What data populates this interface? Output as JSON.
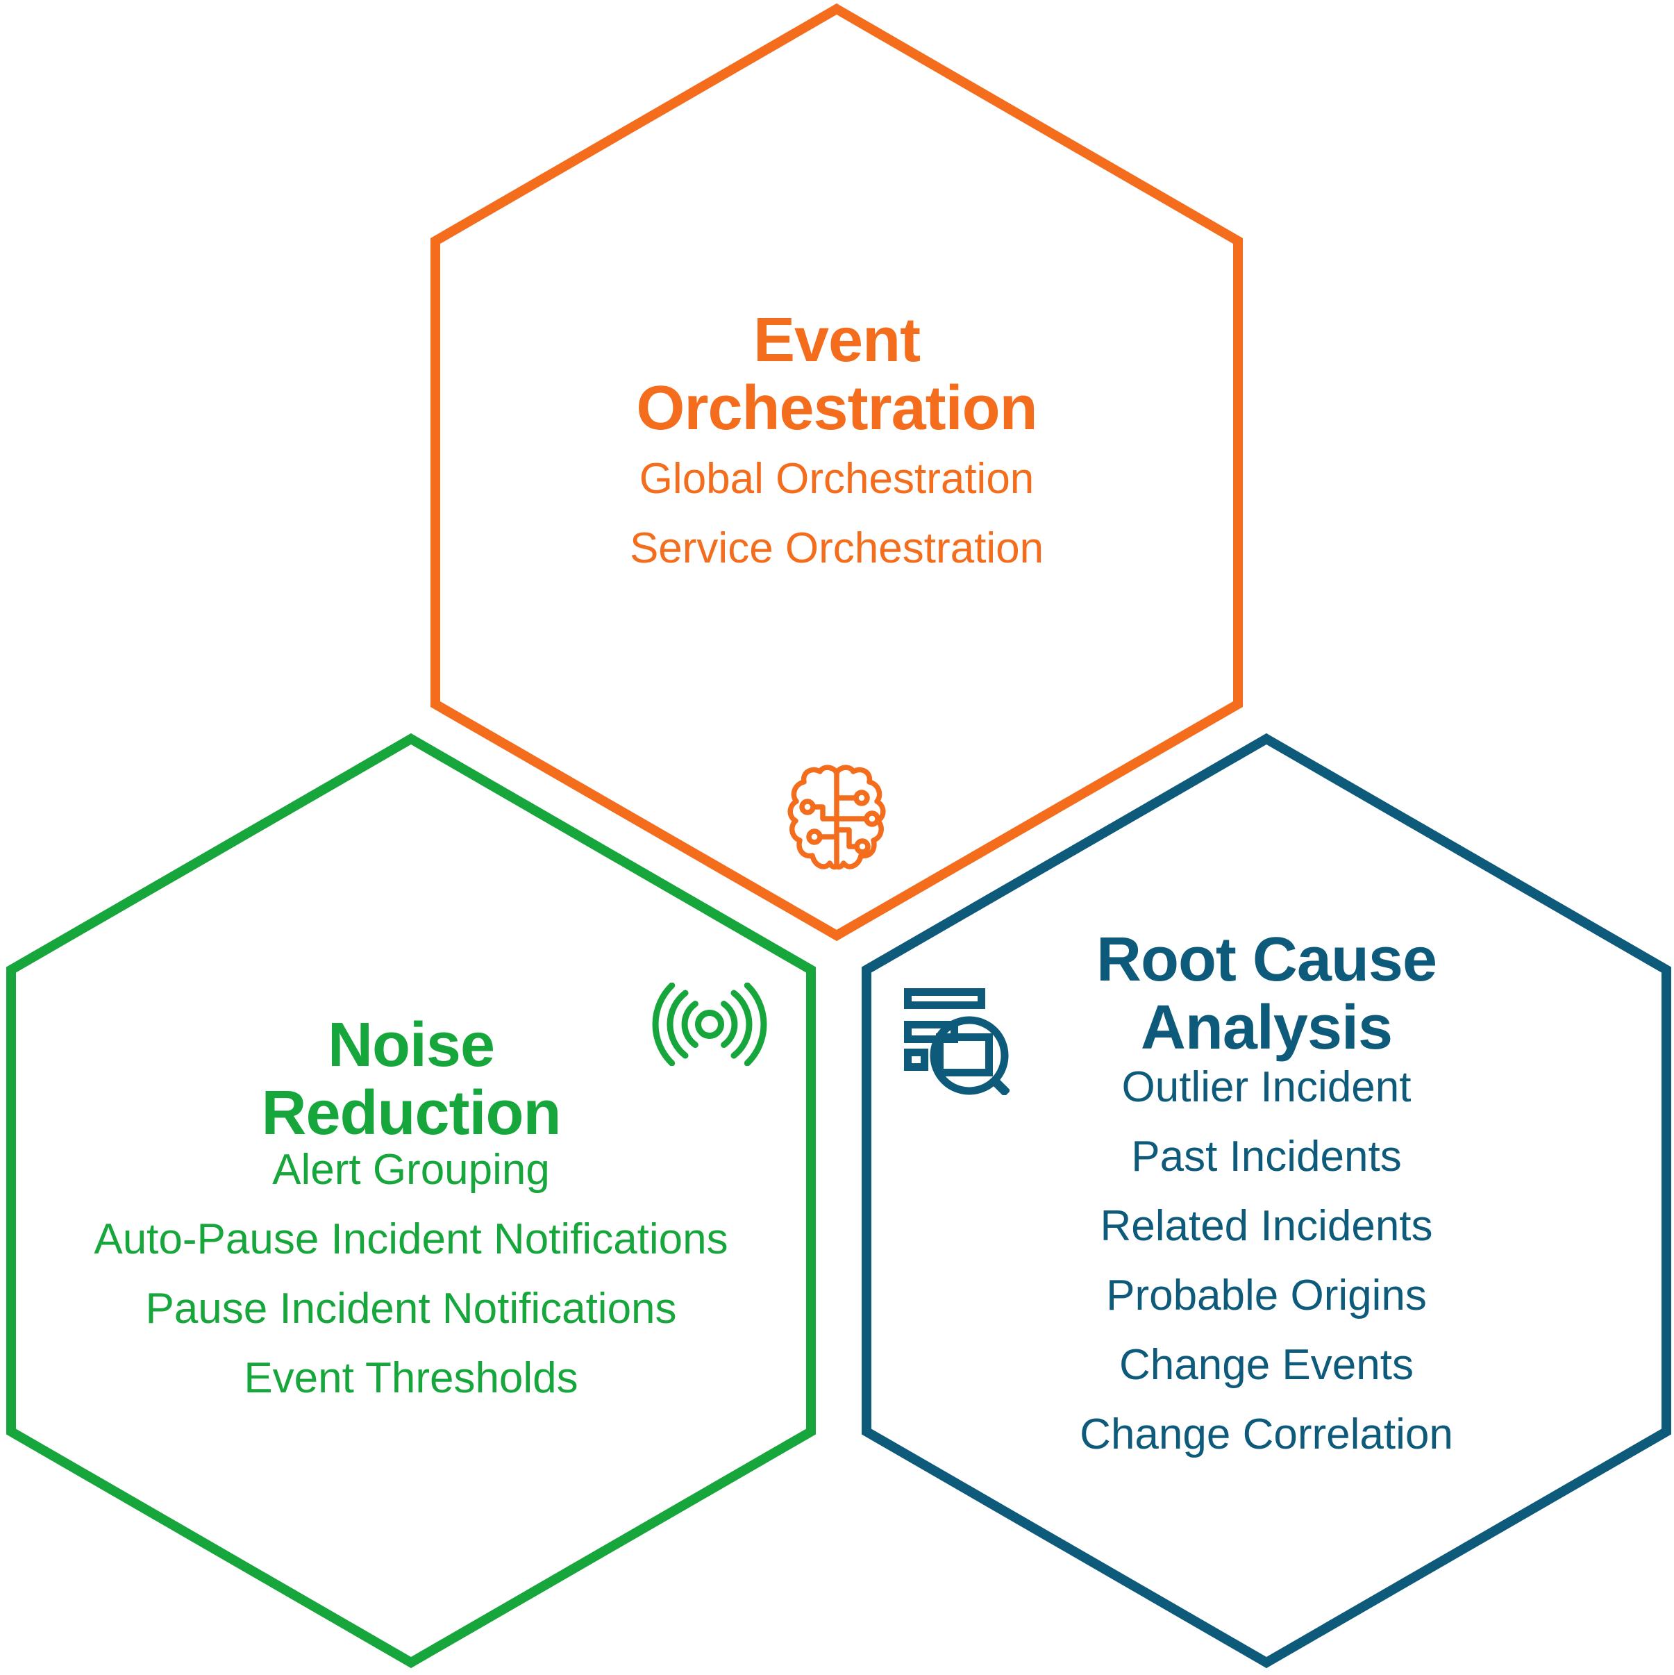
{
  "diagram": {
    "background_color": "#FFFFFF",
    "colors": {
      "orange": "#F36D1D",
      "green": "#16A63C",
      "blue": "#0E5A7B"
    },
    "hexagons": [
      {
        "id": "event-orchestration",
        "color": "#F36D1D",
        "icon": "brain-circuit-icon",
        "title_lines": [
          "Event",
          "Orchestration"
        ],
        "items": [
          "Global Orchestration",
          "Service Orchestration"
        ]
      },
      {
        "id": "noise-reduction",
        "color": "#16A63C",
        "icon": "signal-waves-icon",
        "title_lines": [
          "Noise",
          "Reduction"
        ],
        "items": [
          "Alert Grouping",
          "Auto-Pause Incident Notifications",
          "Pause Incident Notifications",
          "Event Thresholds"
        ]
      },
      {
        "id": "root-cause-analysis",
        "color": "#0E5A7B",
        "icon": "database-search-icon",
        "title_lines": [
          "Root Cause",
          "Analysis"
        ],
        "items": [
          "Outlier Incident",
          "Past Incidents",
          "Related Incidents",
          "Probable Origins",
          "Change Events",
          "Change Correlation"
        ]
      }
    ]
  }
}
